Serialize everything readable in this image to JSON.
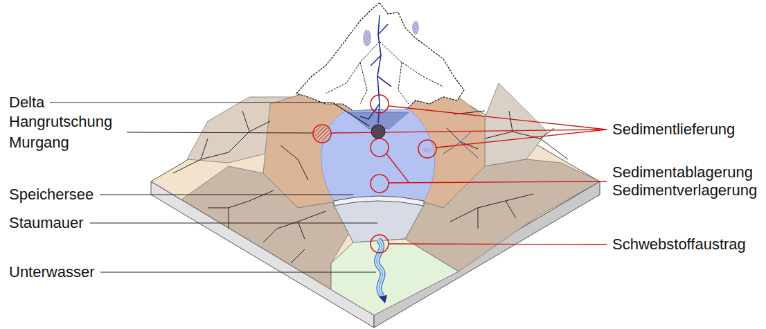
{
  "diagram": {
    "labels": [
      "Delta",
      "Hangrutschung",
      "Murgang",
      "Speichersee",
      "Staumauer",
      "Unterwasser",
      "Sedimentlieferung",
      "Sedimentablagerung",
      "Sedimentverlagerung",
      "Schwebstoffaustrag"
    ]
  }
}
